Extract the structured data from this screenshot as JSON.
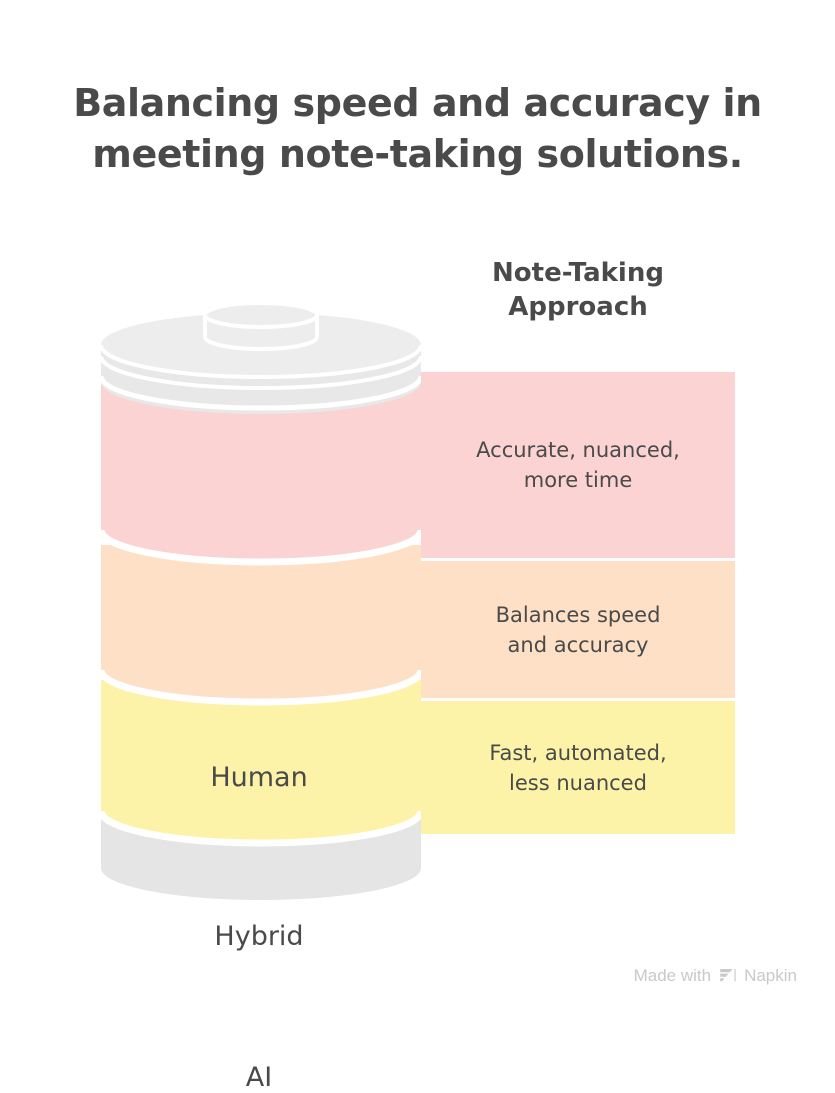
{
  "title": "Balancing speed and accuracy in\nmeeting note-taking solutions.",
  "column_header": "Note-Taking\nApproach",
  "colors": {
    "text": "#4a4a4a",
    "battery_shell": "#e8e8e8",
    "battery_shell_light": "#ededed",
    "segment_pink": "#fbd3d3",
    "segment_peach": "#fde0c6",
    "segment_yellow": "#fcf3a8",
    "watermark": "#c9c9c9",
    "background": "#ffffff"
  },
  "chart_data": {
    "type": "bar",
    "title": "Balancing speed and accuracy in meeting note-taking solutions.",
    "xlabel": "",
    "ylabel": "",
    "categories": [
      "Human",
      "Hybrid",
      "AI"
    ],
    "values": [
      1,
      1,
      1
    ],
    "legend_position": "none",
    "grid": false,
    "annotations": [
      "Accurate, nuanced, more time",
      "Balances speed and accuracy",
      "Fast, automated, less nuanced"
    ]
  },
  "segments": [
    {
      "label": "Human",
      "description": "Accurate, nuanced,\nmore time",
      "color": "#fbd3d3"
    },
    {
      "label": "Hybrid",
      "description": "Balances speed\nand accuracy",
      "color": "#fde0c6"
    },
    {
      "label": "AI",
      "description": "Fast, automated,\nless nuanced",
      "color": "#fcf3a8"
    }
  ],
  "watermark": {
    "prefix": "Made with",
    "brand": "Napkin",
    "logo_icon": "napkin-logo-icon"
  }
}
